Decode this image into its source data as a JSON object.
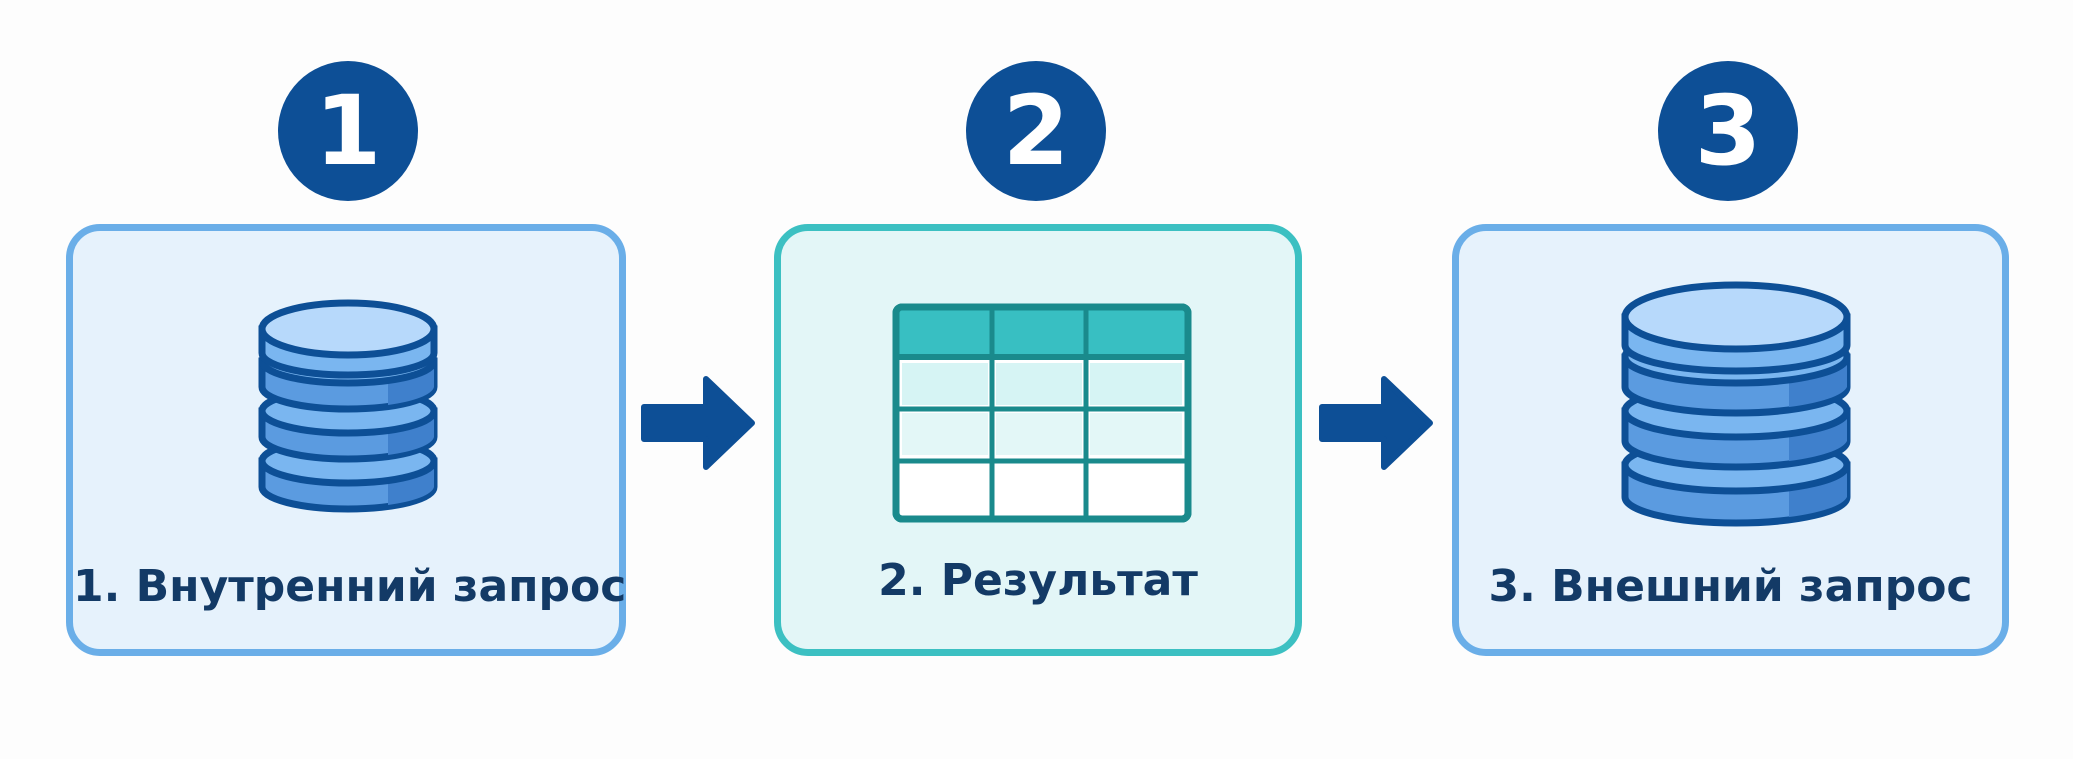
{
  "steps": [
    {
      "number": "1",
      "label": "1. Внутренний запрос",
      "icon": "database-icon"
    },
    {
      "number": "2",
      "label": "2. Результат",
      "icon": "table-icon"
    },
    {
      "number": "3",
      "label": "3. Внешний запрос",
      "icon": "database-icon"
    }
  ],
  "colors": {
    "badge": "#0d4f96",
    "card_blue_border": "#6aaee8",
    "card_blue_fill": "#e6f2fc",
    "card_teal_border": "#3cc0c2",
    "card_teal_fill": "#e3f6f7",
    "arrow": "#0d4f96",
    "label_text": "#133a66"
  }
}
